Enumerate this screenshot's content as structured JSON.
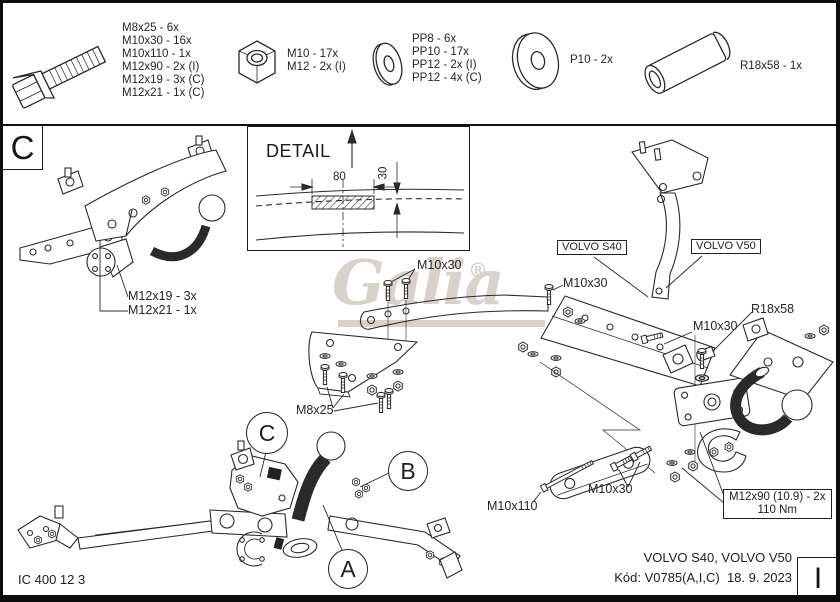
{
  "legend": {
    "bolt": {
      "icon": "hex-bolt-icon",
      "lines": [
        "M8x25 - 6x",
        "M10x30 - 16x",
        "M10x110 - 1x",
        "M12x90 - 2x (I)",
        "M12x19 - 3x (C)",
        "M12x21 - 1x (C)"
      ]
    },
    "nut": {
      "icon": "hex-nut-icon",
      "lines": [
        "M10 - 17x",
        "M12 - 2x (I)"
      ]
    },
    "washer": {
      "icon": "washer-icon",
      "lines": [
        "PP8 - 6x",
        "PP10 - 17x",
        "PP12 - 2x (I)",
        "PP12 - 4x (C)"
      ]
    },
    "big_washer": {
      "icon": "large-washer-icon",
      "lines": [
        "P10 - 2x"
      ]
    },
    "spacer": {
      "icon": "spacer-tube-icon",
      "lines": [
        "R18x58 - 1x"
      ]
    }
  },
  "detail": {
    "title": "DETAIL",
    "width": "80",
    "height": "30"
  },
  "callouts": {
    "m12x19": "M12x19 - 3x",
    "m12x21": "M12x21 - 1x",
    "m10x30_a": "M10x30",
    "m10x30_b": "M10x30",
    "m10x30_c": "M10x30",
    "m10x30_d": "M10x30",
    "m8x25": "M8x25",
    "m10x110": "M10x110",
    "r18x58": "R18x58"
  },
  "boxed_labels": {
    "volvo_s40": "VOLVO S40",
    "volvo_v50": "VOLVO V50"
  },
  "torque_note": {
    "line1": "M12x90 (10.9) - 2x",
    "line2": "110 Nm"
  },
  "markers": {
    "a": "A",
    "b": "B",
    "c": "C",
    "corner_top_left": "C",
    "corner_bottom_right": "I"
  },
  "footer": {
    "doc_code": "IC 400 12 3",
    "models": "VOLVO S40, VOLVO V50",
    "kod": "Kód: V0785(A,I,C)  18. 9. 2023"
  },
  "watermark": {
    "brand": "Galia",
    "registered": "®"
  },
  "colors": {
    "line": "#2a2a2a",
    "watermark": "#d8d2cd"
  }
}
